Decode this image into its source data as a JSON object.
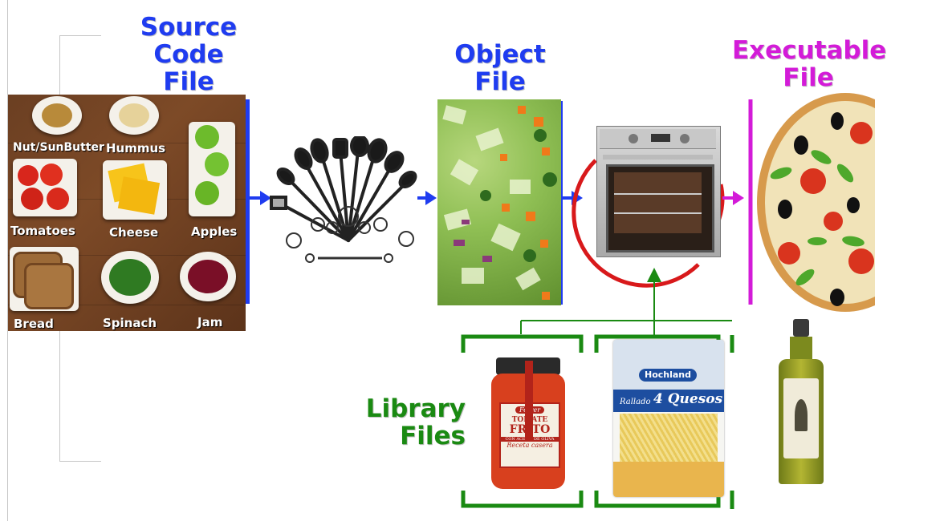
{
  "titles": {
    "source": [
      "Source",
      "Code",
      "File"
    ],
    "object": [
      "Object",
      "File"
    ],
    "executable": [
      "Executable",
      "File"
    ],
    "library": [
      "Library",
      "Files"
    ]
  },
  "source_ingredients": {
    "nut_butter": "Nut/SunButter",
    "hummus": "Hummus",
    "tomatoes": "Tomatoes",
    "cheese": "Cheese",
    "apples": "Apples",
    "bread": "Bread",
    "spinach": "Spinach",
    "jam": "Jam"
  },
  "library_items": {
    "tomato_jar": {
      "brand": "Ferrer",
      "line1": "TOMATE",
      "line2": "FRITO",
      "line3": "CON ACEITE DE OLIVA",
      "line4": "Receta casera"
    },
    "cheese_bag": {
      "brand": "Hochland",
      "line1": "Rallado",
      "line2": "4 Quesos"
    }
  },
  "colors": {
    "source": "#1f3cf0",
    "object": "#1f3cf0",
    "executable": "#d31bd8",
    "library": "#1a8a12",
    "oven_ring": "#d8191b"
  }
}
